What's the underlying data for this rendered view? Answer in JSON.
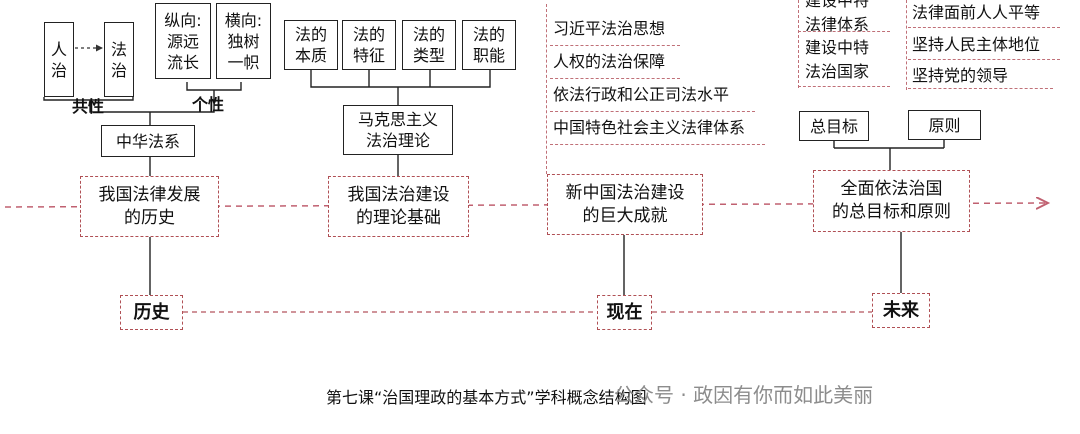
{
  "history": {
    "renzhi": "人\n治",
    "fazhi": "法\n治",
    "gongxing": "共性",
    "zongxiang": "纵向:\n源远\n流长",
    "hengxiang": "横向:\n独树\n一帜",
    "gexing": "个性",
    "zhonghua": "中华法系",
    "node": "我国法律发展\n的历史"
  },
  "theory": {
    "items": [
      "法的\n本质",
      "法的\n特征",
      "法的\n类型",
      "法的\n职能"
    ],
    "marx": "马克思主义\n法治理论",
    "node": "我国法治建设\n的理论基础"
  },
  "achievement": {
    "items": [
      "习近平法治思想",
      "人权的法治保障",
      "依法行政和公正司法水平",
      "中国特色社会主义法律体系"
    ],
    "node": "新中国法治建设\n的巨大成就"
  },
  "future": {
    "goals": [
      "建设中特\n法律体系",
      "建设中特\n法治国家"
    ],
    "principles": [
      "法律面前人人平等",
      "坚持人民主体地位",
      "坚持党的领导"
    ],
    "goal_box": "总目标",
    "principle_box": "原则",
    "node": "全面依法治国\n的总目标和原则"
  },
  "timeline": {
    "past": "历史",
    "present": "现在",
    "future": "未来"
  },
  "caption": "第七课“治国理政的基本方式”学科概念结构图",
  "watermark": "公众号 · 政因有你而如此美丽",
  "colors": {
    "line": "#222222",
    "dashed": "#b05055"
  }
}
